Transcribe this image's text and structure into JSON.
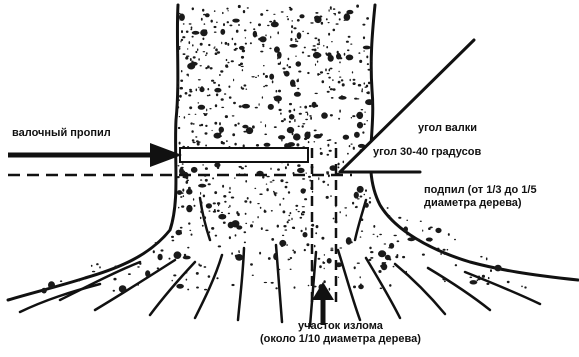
{
  "labels": {
    "felling_cut": "валочный пропил",
    "felling_angle": "угол валки",
    "angle_range": "угол 30-40 градусов",
    "undercut_line1": "подпил (от 1/3 до 1/5",
    "undercut_line2": "диаметра дерева)",
    "hinge_line1": "участок излома",
    "hinge_line2": "(около 1/10 диаметра дерева)"
  },
  "colors": {
    "ink": "#111111",
    "bark_speckle": "#1a1a1a",
    "background": "#ffffff",
    "cut_fill": "#ffffff"
  },
  "icons": {
    "felling_cut_arrow": "arrow-right-icon",
    "hinge_arrow": "arrow-up-icon"
  }
}
